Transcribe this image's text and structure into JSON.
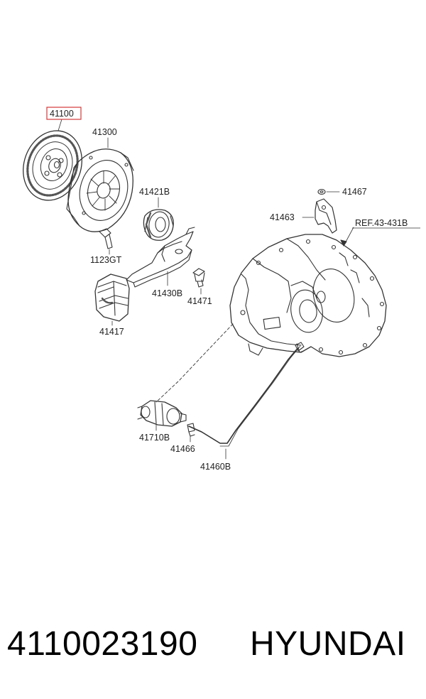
{
  "labels": {
    "clutch_disc": "41100",
    "pressure_plate": "41300",
    "bolt": "1123GT",
    "release_bearing": "41421B",
    "release_fork": "41430B",
    "fork_pivot": "41471",
    "boot": "41417",
    "washer": "41467",
    "bracket": "41463",
    "ref": "REF.43-431B",
    "master_cylinder": "41710B",
    "fitting": "41466",
    "hydraulic_line": "41460B"
  },
  "caption": {
    "part_number": "4110023190",
    "brand": "HYUNDAI"
  },
  "colors": {
    "highlight_box": "#d4383a",
    "line_art": "#333333"
  }
}
